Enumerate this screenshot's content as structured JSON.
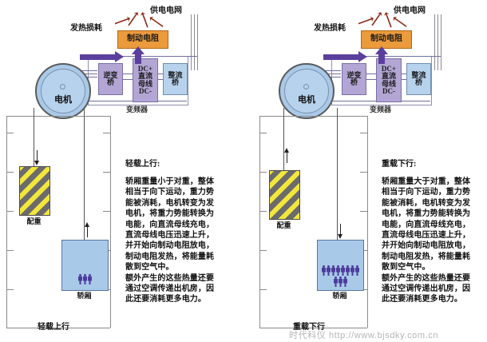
{
  "panels": [
    {
      "id": "left",
      "mode_title": "轻载上行:",
      "mode_caption": "轻载上行",
      "heat_label": "发热损耗",
      "grid_label": "供电电网",
      "motor_label": "电机",
      "vfd_label": "变频器",
      "brake_resistor_label": "制动电阻",
      "inverter_bridge_label": "逆变\n桥",
      "dc_bus_label_top": "DC+",
      "dc_bus_label_mid": "直流\n母线",
      "dc_bus_label_bot": "DC-",
      "rectifier_label": "整流\n桥",
      "counterweight_label": "配重",
      "car_label": "轿厢",
      "counterweight_direction": "down",
      "car_direction": "up",
      "passenger_count": 3,
      "body_lines": [
        "轿厢重量小于对重，整体",
        "相当于向下运动，重力势",
        "能被消耗，电机转变为发",
        "电机，将重力势能转换为",
        "电能，向直流母线充电，",
        "直流母线电压迅速上升，",
        "并开始向制动电阻放电，",
        "制动电阻发热，将能量耗",
        "散到空气中。",
        "额外产生的这些热量还要",
        "通过空调传递出机房，因",
        "此还要消耗更多电力。"
      ]
    },
    {
      "id": "right",
      "mode_title": "重载下行:",
      "mode_caption": "重载下行",
      "heat_label": "发热损耗",
      "grid_label": "供电电网",
      "motor_label": "电机",
      "vfd_label": "变频器",
      "brake_resistor_label": "制动电阻",
      "inverter_bridge_label": "逆变\n桥",
      "dc_bus_label_top": "DC+",
      "dc_bus_label_mid": "直流\n母线",
      "dc_bus_label_bot": "DC-",
      "rectifier_label": "整流\n桥",
      "counterweight_label": "配重",
      "car_label": "轿厢",
      "counterweight_direction": "up",
      "car_direction": "down",
      "passenger_count": 11,
      "body_lines": [
        "轿厢重量大于对重，整体",
        "相当于向下运动，重力势",
        "能被消耗，电机转变为发",
        "电机，将重力势能转换为",
        "电能，向直流母线充电，",
        "直流母线电压迅速上升，",
        "并开始向制动电阻放电，",
        "制动电阻发热，将能量耗",
        "散到空气中。",
        "额外产生的这些热量还要",
        "通过空调传递出机房，因",
        "此还要消耗更多电力。"
      ]
    }
  ],
  "watermark": "时代科仪 http://www.bjsdky.com.cn",
  "colors": {
    "brake_resistor": "#eb9a3c",
    "dc_bus": "#b3a6d4",
    "rectifier": "#b7d2ec",
    "car": "#a9c9e8",
    "arrow_purple": "#5b3f9d",
    "heat_arrow": "#8c2b18",
    "counterweight_yellow": "#f2e63c",
    "counterweight_gray": "#6b6b6b"
  }
}
